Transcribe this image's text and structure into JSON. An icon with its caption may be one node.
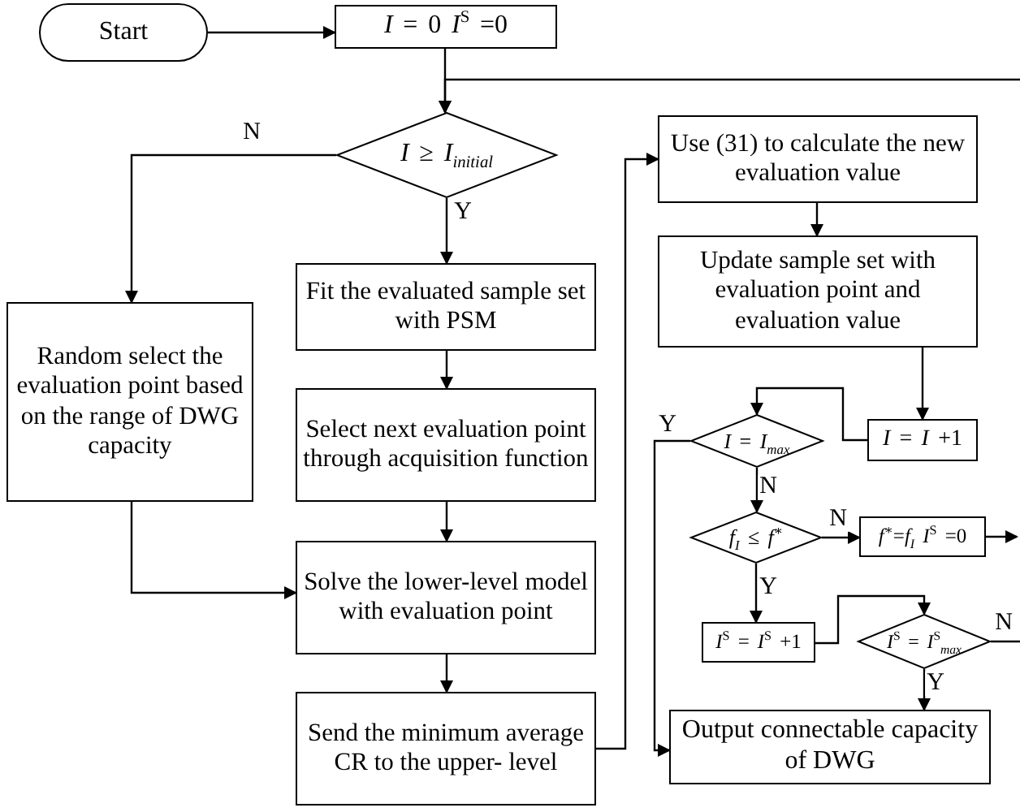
{
  "diagram": {
    "nodes": [
      {
        "text": [
          "Start"
        ]
      },
      {
        "text": [
          "*I* = 0 *I*$^{S}$ =0"
        ]
      },
      {
        "text": [
          "*I* ≥ *I*$_{initial}$"
        ]
      },
      {
        "text": [
          "Random select the evaluation point based on the range of DWG capacity"
        ]
      },
      {
        "text": [
          "Fit the evaluated sample set with PSM"
        ]
      },
      {
        "text": [
          "Select next evaluation point through acquisition function"
        ]
      },
      {
        "text": [
          "Solve the lower-level model with evaluation point"
        ]
      },
      {
        "text": [
          "Send the minimum average CR to the upper- level"
        ]
      },
      {
        "text": [
          "Use (31) to calculate the new evaluation value"
        ]
      },
      {
        "text": [
          "Update sample set with evaluation point and evaluation value"
        ]
      },
      {
        "text": [
          "*I* = *I* +1"
        ]
      },
      {
        "text": [
          "*I* = *I*$_{max}$"
        ]
      },
      {
        "text": [
          "*f*$_{I}$ ≤ *f*$^{∗}$"
        ]
      },
      {
        "text": [
          "*f*$^{∗}$=*f*$_{I}$ *I*$^{S}$ =0"
        ]
      },
      {
        "text": [
          "*I*$^{S}$ = *I*$^{S}$ +1"
        ]
      },
      {
        "text": [
          "*I*$^{S}$ = *I*$^{S}$$_{max}$"
        ]
      },
      {
        "text": [
          "Output connectable capacity of DWG"
        ]
      }
    ],
    "edges": [
      {
        "from": 0,
        "to": 1,
        "arrow": "to"
      },
      {
        "from": 1,
        "to": 2,
        "arrow": "to"
      },
      {
        "from": 2,
        "to": 3,
        "arrow": "to",
        "label": "N"
      },
      {
        "from": 2,
        "to": 4,
        "arrow": "to",
        "label": "Y"
      },
      {
        "from": 4,
        "to": 5,
        "arrow": "to"
      },
      {
        "from": 5,
        "to": 6,
        "arrow": "to"
      },
      {
        "from": 3,
        "to": 6,
        "arrow": "to"
      },
      {
        "from": 6,
        "to": 7,
        "arrow": "to"
      },
      {
        "from": 7,
        "to": 8,
        "arrow": "to"
      },
      {
        "from": 8,
        "to": 9,
        "arrow": "to"
      },
      {
        "from": 9,
        "to": 10,
        "arrow": "to"
      },
      {
        "from": 10,
        "to": 11,
        "arrow": "to"
      },
      {
        "from": 11,
        "to": 16,
        "arrow": "to",
        "label": "Y"
      },
      {
        "from": 11,
        "to": 12,
        "arrow": "to",
        "label": "N"
      },
      {
        "from": 12,
        "to": 13,
        "arrow": "to",
        "label": "N"
      },
      {
        "from": 12,
        "to": 14,
        "arrow": "to",
        "label": "Y"
      },
      {
        "from": 14,
        "to": 15,
        "arrow": "to"
      },
      {
        "from": 15,
        "to": 16,
        "arrow": "to",
        "label": "Y"
      },
      {
        "from": 13,
        "to": null,
        "arrow": "to"
      },
      {
        "from": 15,
        "to": null,
        "arrow": "none",
        "label": "N"
      },
      {
        "from": null,
        "to": 2,
        "arrow": "to"
      }
    ]
  }
}
